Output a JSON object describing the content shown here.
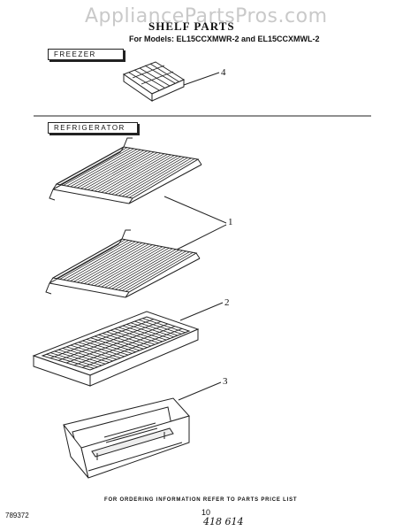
{
  "watermark": "AppliancePartsPros.com",
  "title": "SHELF PARTS",
  "models": "For Models: EL15CCXMWR-2 and EL15CCXMWL-2",
  "sections": {
    "freezer": "FREEZER",
    "refrigerator": "REFRIGERATOR"
  },
  "callouts": {
    "c4": "4",
    "c1": "1",
    "c2": "2",
    "c3": "3"
  },
  "footer": "FOR ORDERING INFORMATION REFER TO PARTS PRICE LIST",
  "figure_number": "789372",
  "page_number": "10",
  "handwritten": "418 614"
}
